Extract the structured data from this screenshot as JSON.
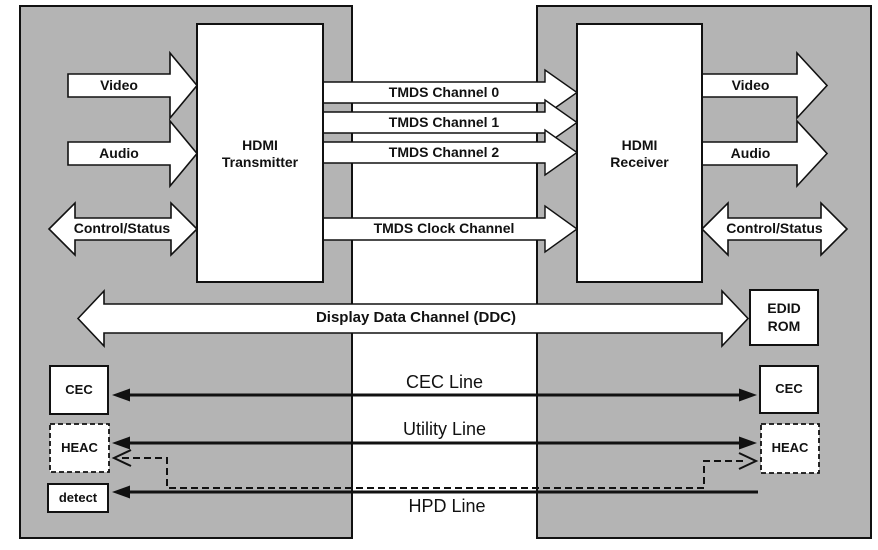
{
  "colors": {
    "panel": "#b4b4b4",
    "stroke": "#111111",
    "box_fill": "#ffffff"
  },
  "transmitter": {
    "line1": "HDMI",
    "line2": "Transmitter"
  },
  "receiver": {
    "line1": "HDMI",
    "line2": "Receiver"
  },
  "source_inputs": {
    "video": "Video",
    "audio": "Audio",
    "control": "Control/Status"
  },
  "sink_outputs": {
    "video": "Video",
    "audio": "Audio",
    "control": "Control/Status"
  },
  "tmds": {
    "channels": [
      "TMDS Channel 0",
      "TMDS Channel 1",
      "TMDS Channel 2"
    ],
    "clock": "TMDS Clock Channel"
  },
  "ddc": {
    "label": "Display Data Channel (DDC)",
    "edid_line1": "EDID",
    "edid_line2": "ROM"
  },
  "cec": {
    "left_box": "CEC",
    "right_box": "CEC",
    "line_label": "CEC Line"
  },
  "heac": {
    "left_box": "HEAC",
    "right_box": "HEAC",
    "utility_label": "Utility Line"
  },
  "hpd": {
    "detect_box": "detect",
    "line_label": "HPD Line"
  }
}
